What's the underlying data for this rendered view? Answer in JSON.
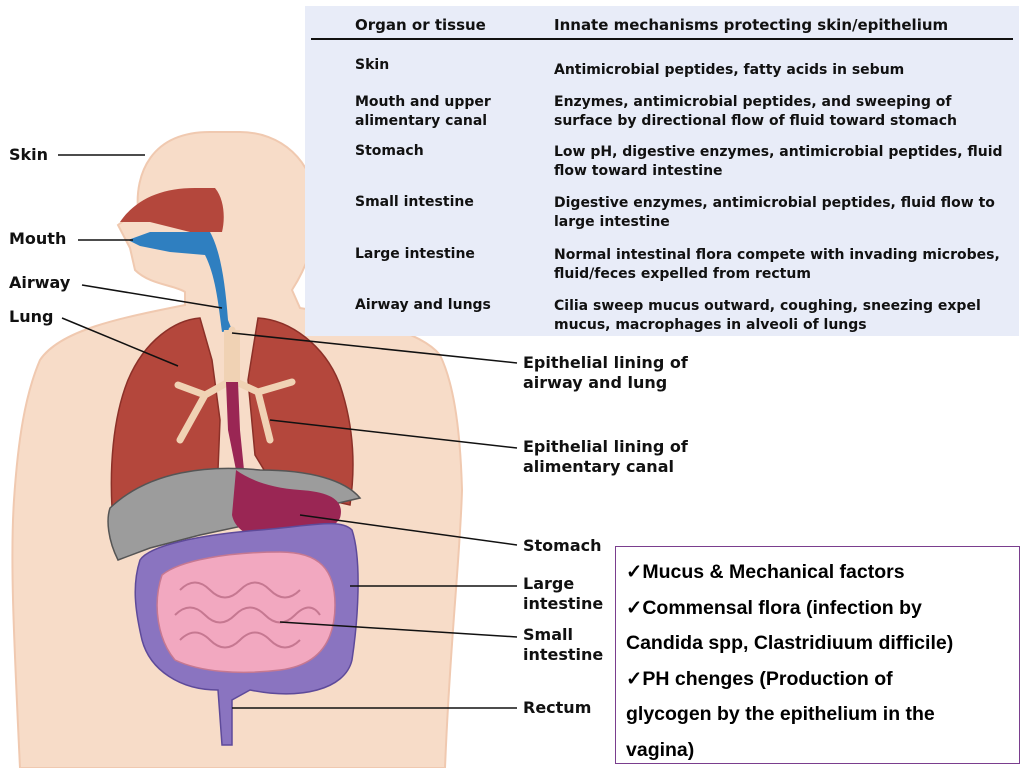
{
  "table": {
    "header_organ": "Organ or tissue",
    "header_mechanism": "Innate mechanisms protecting skin/epithelium",
    "rows": [
      {
        "organ": "Skin",
        "mechanism": "Antimicrobial peptides, fatty acids in sebum"
      },
      {
        "organ": "Mouth and upper alimentary canal",
        "mechanism": "Enzymes, antimicrobial peptides, and sweeping of surface by directional flow of fluid toward stomach"
      },
      {
        "organ": "Stomach",
        "mechanism": "Low pH, digestive enzymes, antimicrobial peptides, fluid flow toward intestine"
      },
      {
        "organ": "Small intestine",
        "mechanism": "Digestive enzymes, antimicrobial peptides, fluid flow to large intestine"
      },
      {
        "organ": "Large intestine",
        "mechanism": "Normal intestinal flora compete with invading microbes, fluid/feces expelled from rectum"
      },
      {
        "organ": "Airway and lungs",
        "mechanism": "Cilia sweep mucus outward, coughing, sneezing expel mucus, macrophages in alveoli of lungs"
      }
    ]
  },
  "left_labels": {
    "skin": "Skin",
    "mouth": "Mouth",
    "airway": "Airway",
    "lung": "Lung"
  },
  "right_labels": {
    "epithelial_airway": "Epithelial lining of airway and lung",
    "epithelial_alimentary": "Epithelial lining of alimentary canal",
    "stomach": "Stomach",
    "large_intestine": "Large intestine",
    "small_intestine": "Small intestine",
    "rectum": "Rectum"
  },
  "notes": {
    "check": "✓",
    "lines": [
      "Mucus & Mechanical factors",
      "Commensal flora (infection by",
      "Candida spp, Clastridiuum difficile)",
      "PH chenges (Production of",
      "glycogen by the epithelium in the",
      "vagina)"
    ]
  },
  "colors": {
    "table_bg": "#e8ecf8",
    "skin_tone": "#f6d8c2",
    "lung": "#b4473c",
    "airway_blue": "#2f7fc0",
    "liver_gray": "#9c9c9c",
    "stomach": "#9a2654",
    "large_intestine": "#8a74c0",
    "small_intestine": "#f2a8c0",
    "box_border": "#7a3e8e"
  }
}
